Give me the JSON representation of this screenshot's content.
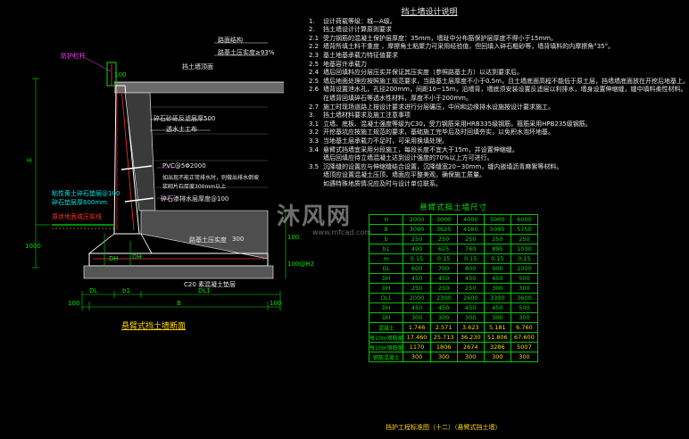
{
  "design_notes": {
    "title": "挡土墙设计说明",
    "lines": [
      {
        "num": "1.",
        "text": "设计荷载等级：城—A级。"
      },
      {
        "num": "2.",
        "text": "挡土墙设计计算原则要求"
      },
      {
        "num": "2.1",
        "text": "受力钢筋的混凝土保护层厚度：35mm，墙趾中分布筋保护层厚度不得小于15mm。"
      },
      {
        "num": "2.2",
        "text": "墙背所填土料干重度 ，摩擦角土粘聚力可采用经验值，但回填入碎石粗砂等，墙背填料的内摩擦角°35°。"
      },
      {
        "num": "2.3",
        "text": "基土地基承载力特征值要求"
      },
      {
        "num": "2.5",
        "text": "地基容许承载力"
      },
      {
        "num": "2.4",
        "text": "墙后回填料应分层压实并保证其压实度（参照路基土方）以达到要求后。"
      },
      {
        "num": "2.5",
        "text": "墙后地面处理应按照施工规范要求，当路基土层厚度不小于0.5m，且土墙底面高程不能低于原土层，挡墙墙底面放在开挖后地基上。"
      },
      {
        "num": "2.6",
        "text": "墙背设置泄水孔，孔径200mm，间距10~15m，沿墙背，墙底须安装设置反滤层以利排水，墙身设置伸缩缝，缝中填料柔性材料。"
      },
      {
        "num": "",
        "text": "在墙背回填碎石等透水性材料，厚度不小于200mm。"
      },
      {
        "num": "2.7",
        "text": "施工时现场道路上按设计要求进行分层碾压，中间和边缘排水设施按设计要求施工。"
      },
      {
        "num": "3.",
        "text": "挡土墙材料要求及施工注意事项"
      },
      {
        "num": "3.1",
        "text": "立墙、底板、混凝土强度等级为C30，受力钢筋采用HRB335级钢筋，箍筋采用HPB235级钢筋。"
      },
      {
        "num": "3.2",
        "text": "开挖基坑应按施工规范的要求，基础施工完毕后及时回填夯实，以免积水泡坏地基。"
      },
      {
        "num": "3.3",
        "text": "当地基土层承载力不足时，可采用换填处理。"
      },
      {
        "num": "3.4",
        "text": "悬臂式挡墙宜采用分段施工，每段长度不宜大于15m，并设置伸缩缝。"
      },
      {
        "num": "",
        "text": "墙后回填应待立墙混凝土达到设计强度的70%以上方可进行。"
      },
      {
        "num": "3.5",
        "text": "沉降缝的设置应与伸缩缝结合设置，沉降缝宽20~30mm，缝内嵌填沥青麻絮等材料。"
      },
      {
        "num": "",
        "text": "墙顶应设置混凝土压顶，墙面应平整美观，确保施工质量。"
      },
      {
        "num": "",
        "text": "如遇特殊地质情况应及时与设计单位联系。"
      }
    ]
  },
  "section": {
    "title": "悬臂式挡土墙断面",
    "labels": {
      "rail": "防护栏杆",
      "road": "路面结构",
      "subgrade": "路基土压实度≥93%",
      "top_fill": "挡土墙顶面",
      "filter": "碎石砂砾反滤层厚500",
      "geotextile": "透水土工布",
      "pvc": "PVC@5Φ2000",
      "drain1": "如出现不能正常排水时，则做出排水倒坡",
      "drain2": "浆砌片石厚度300mm以上",
      "drain3": "碎石渗排水层厚度@100",
      "leftnote1": "粘性黄土碎石垫层@100",
      "leftnote2": "碎石垫层厚600mm",
      "ground": "原状地面或压实线",
      "compact": "路基土压实度",
      "base": "C20 素混凝土垫层",
      "dims": {
        "H": "H",
        "h1000": "1000",
        "DH": "DH",
        "DHr": "DH",
        "top": "100",
        "DL": "DL",
        "b1": "b1",
        "DL1": "DL1",
        "B": "B",
        "left100": "100",
        "right100": "100",
        "r100": "100",
        "r1000": "100@H2",
        "fill300": "300"
      }
    }
  },
  "table": {
    "title": "悬臂式挡土墙尺寸",
    "rows": [
      {
        "k": "H",
        "v": [
          "2000",
          "3000",
          "4000",
          "5000",
          "6000"
        ]
      },
      {
        "k": "B",
        "v": [
          "3090",
          "3625",
          "4160",
          "5095",
          "5750"
        ]
      },
      {
        "k": "b",
        "v": [
          "250",
          "250",
          "250",
          "250",
          "250"
        ]
      },
      {
        "k": "b1",
        "v": [
          "490",
          "625",
          "760",
          "895",
          "1030"
        ]
      },
      {
        "k": "m",
        "v": [
          "0.15",
          "0.15",
          "0.15",
          "0.15",
          "0.15"
        ]
      },
      {
        "k": "DL",
        "v": [
          "600",
          "700",
          "800",
          "900",
          "1000"
        ]
      },
      {
        "k": "DH",
        "v": [
          "450",
          "450",
          "450",
          "450",
          "500"
        ]
      },
      {
        "k": "DH",
        "v": [
          "250",
          "250",
          "250",
          "300",
          "300"
        ]
      },
      {
        "k": "DL1",
        "v": [
          "2000",
          "2300",
          "2600",
          "3300",
          "3600"
        ]
      },
      {
        "k": "DH",
        "v": [
          "450",
          "450",
          "450",
          "450",
          "500"
        ]
      },
      {
        "k": "DH",
        "v": [
          "300",
          "300",
          "300",
          "300",
          "300"
        ]
      },
      {
        "k": "混凝土",
        "v": [
          "1.746",
          "2.571",
          "3.623",
          "5.181",
          "6.760"
        ]
      },
      {
        "k": "每10m钢筋量",
        "v": [
          "17.460",
          "25.713",
          "36.230",
          "51.806",
          "67.600"
        ]
      },
      {
        "k": "每10m钢筋量",
        "v": [
          "1170",
          "1806",
          "2674",
          "3286",
          "5007"
        ]
      },
      {
        "k": "钢筋混凝土",
        "v": [
          "300",
          "300",
          "300",
          "300",
          "300"
        ]
      }
    ]
  },
  "footer": "挡护工程标准图（十二）（悬臂式挡土墙）",
  "watermark": "沐风网",
  "watermark_url": "www.mfcad.com",
  "colors": {
    "bg": "#000000",
    "green": "#00e000",
    "yellow": "#ffd700",
    "red": "#ff3030",
    "white": "#e8e8e8",
    "cyan": "#00e0e0",
    "magenta": "#ff40ff"
  }
}
